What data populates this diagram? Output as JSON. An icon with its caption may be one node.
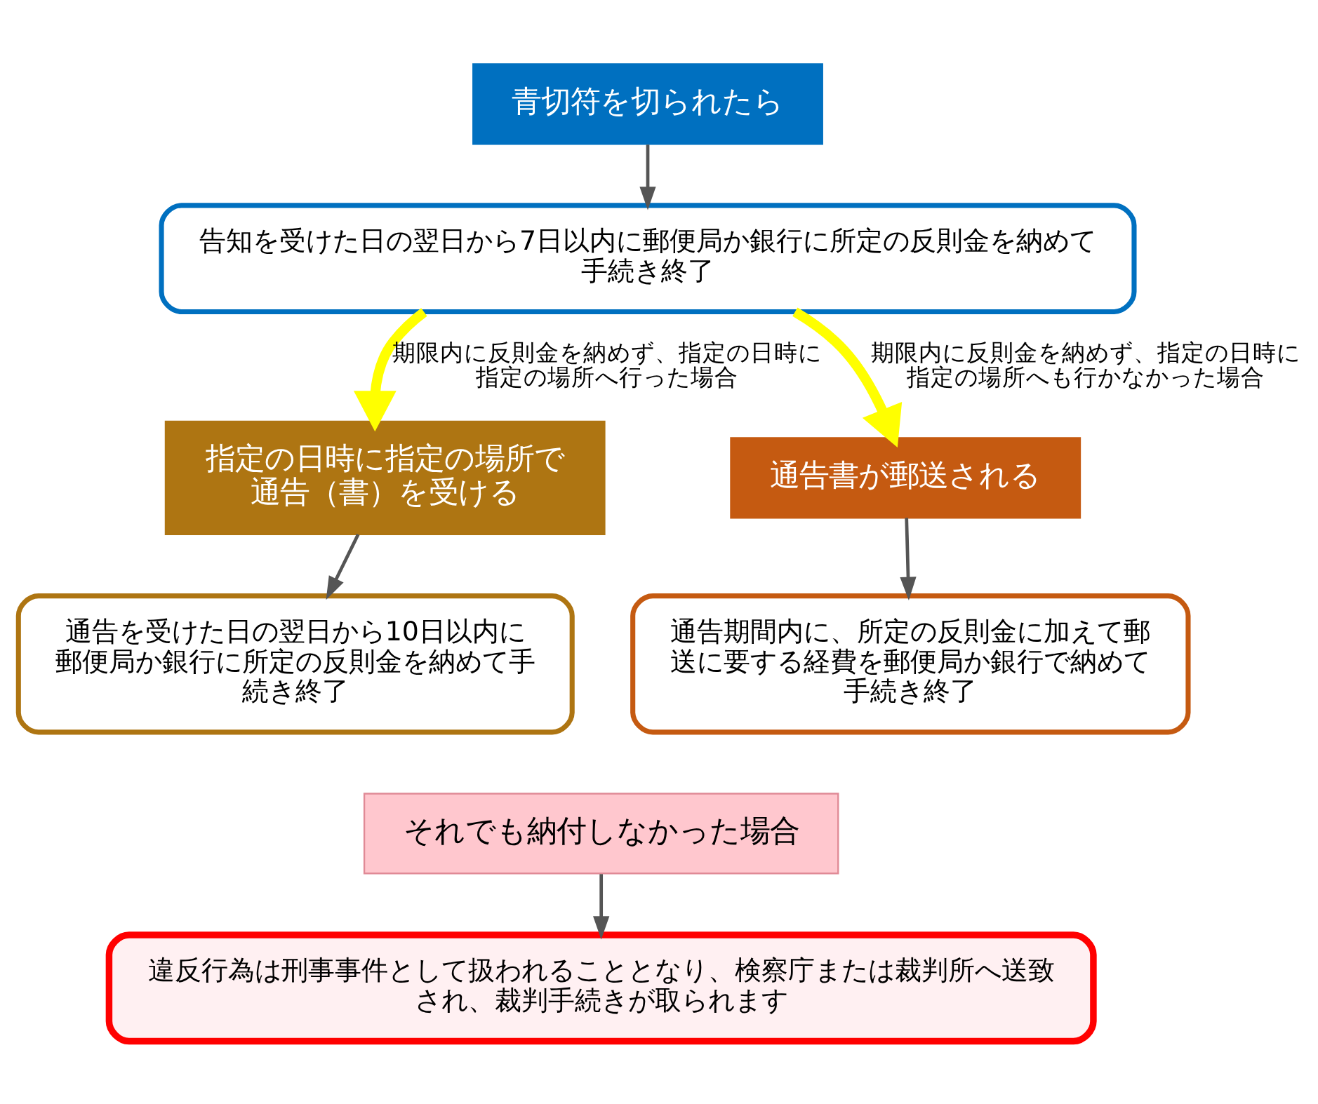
{
  "diagram": {
    "nodes": [
      {
        "text": [
          "青切符を切られたら"
        ]
      },
      {
        "text": [
          "告知を受けた日の翌日から7日以内に郵便局か銀行に所定の反則金を納めて手続き終了"
        ]
      },
      {
        "text": [
          "指定の日時に指定の場所で通告（書）を受ける"
        ]
      },
      {
        "text": [
          "通告を受けた日の翌日から10日以内に郵便局か銀行に所定の反則金を納めて手続き終了"
        ]
      },
      {
        "text": [
          "通告書が郵送される"
        ]
      },
      {
        "text": [
          "通告期間内に、所定の反則金に加えて郵送に要する経費を郵便局か銀行で納めて手続き終了"
        ]
      },
      {
        "text": [
          "それでも納付しなかった場合"
        ]
      },
      {
        "text": [
          "違反行為は刑事事件として扱われることとなり、検察庁または裁判所へ送致され、裁判手続きが取られます"
        ]
      }
    ],
    "edges": [
      {
        "from": 0,
        "to": 1,
        "arrow": "to"
      },
      {
        "from": 1,
        "to": 2,
        "arrow": "to",
        "label": "期限内に反則金を納めず、指定の日時に指定の場所へ行った場合",
        "style": "thick",
        "color": "#ffff00"
      },
      {
        "from": 1,
        "to": 4,
        "arrow": "to",
        "label": "期限内に反則金を納めず、指定の日時に指定の場所へも行かなかった場合",
        "style": "thick",
        "color": "#ffff00"
      },
      {
        "from": 2,
        "to": 3,
        "arrow": "to"
      },
      {
        "from": 4,
        "to": 5,
        "arrow": "to"
      },
      {
        "from": 6,
        "to": 7,
        "arrow": "to"
      }
    ]
  }
}
